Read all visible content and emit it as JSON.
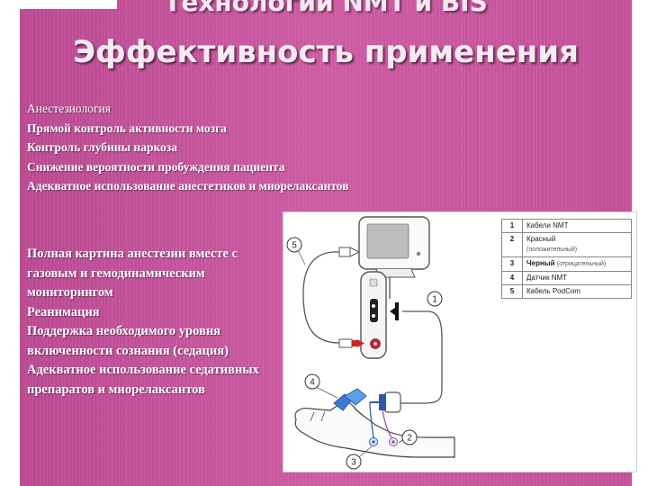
{
  "slide": {
    "title_line1": "Технологии NMT и BIS",
    "title_line2": "Эффективность применения"
  },
  "bullets_top": [
    "Анестезиология",
    "Прямой контроль активности мозга",
    "Контроль глубины наркоза",
    "Снижение вероятности пробуждения пациента",
    "Адекватное использование анестетиков и миорелаксантов"
  ],
  "bullets_left": [
    "Полная картина анестезии вместе с газовым и гемодинамическим мониторингом",
    "Реанимация",
    "Поддержка необходимого уровня включенности сознания (седация)",
    "Адекватное использование седативных препаратов и миорелаксантов"
  ],
  "diagram": {
    "callouts": [
      "1",
      "2",
      "3",
      "4",
      "5"
    ],
    "legend": [
      {
        "num": "1",
        "label": "Кабели NMT",
        "sub": ""
      },
      {
        "num": "2",
        "label": "Красный",
        "sub": "(положительный)"
      },
      {
        "num": "3",
        "label": "Черный",
        "sub": "(отрицательный)"
      },
      {
        "num": "4",
        "label": "Датчик NMT",
        "sub": ""
      },
      {
        "num": "5",
        "label": "Кабель PodCom",
        "sub": ""
      }
    ],
    "colors": {
      "accent_red": "#d42027",
      "accent_blue": "#2c5aa0",
      "cable": "#555555"
    }
  }
}
